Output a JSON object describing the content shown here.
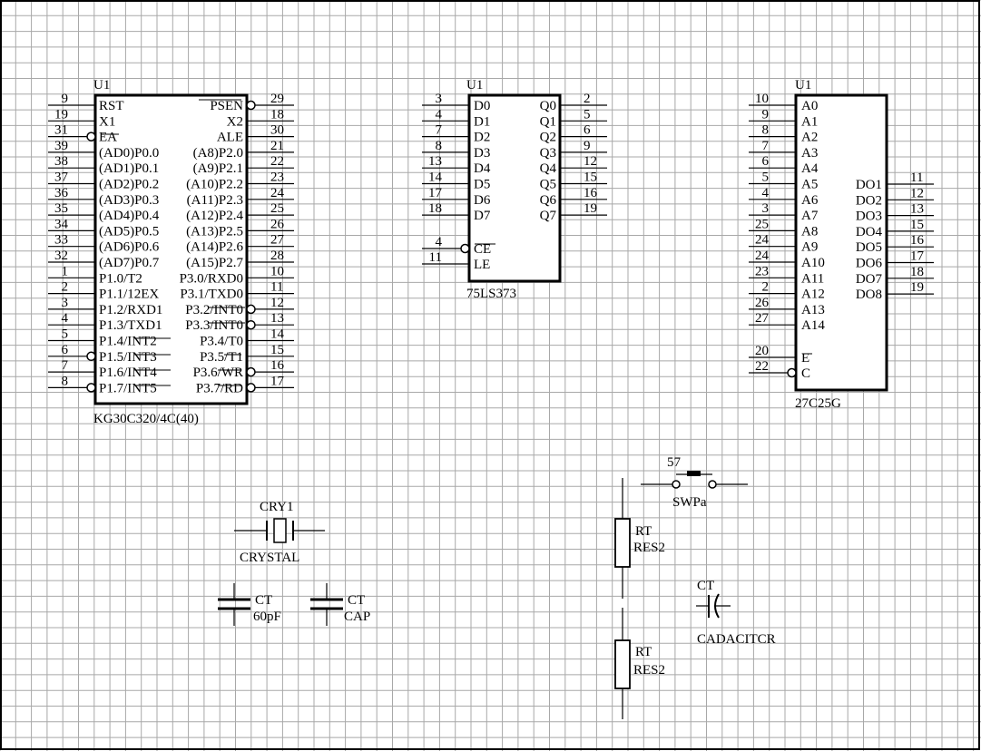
{
  "mcu": {
    "ref": "U1",
    "part": "KG30C320/4C(40)",
    "left_pins": [
      {
        "num": "9",
        "label": "RST",
        "bubble": false
      },
      {
        "num": "19",
        "label": "X1",
        "bubble": false
      },
      {
        "num": "31",
        "label": "EA",
        "bubble": true
      },
      {
        "num": "39",
        "label": "(AD0)P0.0",
        "bubble": false
      },
      {
        "num": "38",
        "label": "(AD1)P0.1",
        "bubble": false
      },
      {
        "num": "37",
        "label": "(AD2)P0.2",
        "bubble": false
      },
      {
        "num": "36",
        "label": "(AD3)P0.3",
        "bubble": false
      },
      {
        "num": "35",
        "label": "(AD4)P0.4",
        "bubble": false
      },
      {
        "num": "34",
        "label": "(AD5)P0.5",
        "bubble": false
      },
      {
        "num": "33",
        "label": "(AD6)P0.6",
        "bubble": false
      },
      {
        "num": "32",
        "label": "(AD7)P0.7",
        "bubble": false
      },
      {
        "num": "1",
        "label": "P1.0/T2",
        "bubble": false
      },
      {
        "num": "2",
        "label": "P1.1/12EX",
        "bubble": false
      },
      {
        "num": "3",
        "label": "P1.2/RXD1",
        "bubble": false
      },
      {
        "num": "4",
        "label": "P1.3/TXD1",
        "bubble": false
      },
      {
        "num": "5",
        "label": "P1.4/INT2",
        "bubble": false
      },
      {
        "num": "6",
        "label": "P1.5/INT3",
        "bubble": true
      },
      {
        "num": "7",
        "label": "P1.6/INT4",
        "bubble": false
      },
      {
        "num": "8",
        "label": "P1.7/INT5",
        "bubble": true
      }
    ],
    "right_pins": [
      {
        "num": "29",
        "label": "PSEN",
        "bubble": true
      },
      {
        "num": "18",
        "label": "X2",
        "bubble": false
      },
      {
        "num": "30",
        "label": "ALE",
        "bubble": false
      },
      {
        "num": "21",
        "label": "(A8)P2.0",
        "bubble": false
      },
      {
        "num": "22",
        "label": "(A9)P2.1",
        "bubble": false
      },
      {
        "num": "23",
        "label": "(A10)P2.2",
        "bubble": false
      },
      {
        "num": "24",
        "label": "(A11)P2.3",
        "bubble": false
      },
      {
        "num": "25",
        "label": "(A12)P2.4",
        "bubble": false
      },
      {
        "num": "26",
        "label": "(A13)P2.5",
        "bubble": false
      },
      {
        "num": "27",
        "label": "(A14)P2.6",
        "bubble": false
      },
      {
        "num": "28",
        "label": "(A15)P2.7",
        "bubble": false
      },
      {
        "num": "10",
        "label": "P3.0/RXD0",
        "bubble": false
      },
      {
        "num": "11",
        "label": "P3.1/TXD0",
        "bubble": false
      },
      {
        "num": "12",
        "label": "P3.2/INT0",
        "bubble": true
      },
      {
        "num": "13",
        "label": "P3.3/INT0",
        "bubble": true
      },
      {
        "num": "14",
        "label": "P3.4/T0",
        "bubble": false
      },
      {
        "num": "15",
        "label": "P3.5/T1",
        "bubble": false
      },
      {
        "num": "16",
        "label": "P3.6/WR",
        "bubble": true
      },
      {
        "num": "17",
        "label": "P3.7/RD",
        "bubble": true
      }
    ]
  },
  "latch": {
    "ref": "U1",
    "part": "75LS373",
    "left_pins": [
      {
        "num": "3",
        "label": "D0",
        "bubble": false
      },
      {
        "num": "4",
        "label": "D1",
        "bubble": false
      },
      {
        "num": "7",
        "label": "D2",
        "bubble": false
      },
      {
        "num": "8",
        "label": "D3",
        "bubble": false
      },
      {
        "num": "13",
        "label": "D4",
        "bubble": false
      },
      {
        "num": "14",
        "label": "D5",
        "bubble": false
      },
      {
        "num": "17",
        "label": "D6",
        "bubble": false
      },
      {
        "num": "18",
        "label": "D7",
        "bubble": false
      },
      {
        "num": "4",
        "label": "CE",
        "bubble": true
      },
      {
        "num": "11",
        "label": "LE",
        "bubble": false
      }
    ],
    "right_pins": [
      {
        "num": "2",
        "label": "Q0"
      },
      {
        "num": "5",
        "label": "Q1"
      },
      {
        "num": "6",
        "label": "Q2"
      },
      {
        "num": "9",
        "label": "Q3"
      },
      {
        "num": "12",
        "label": "Q4"
      },
      {
        "num": "15",
        "label": "Q5"
      },
      {
        "num": "16",
        "label": "Q6"
      },
      {
        "num": "19",
        "label": "Q7"
      }
    ]
  },
  "eprom": {
    "ref": "U1",
    "part": "27C25G",
    "left_pins": [
      {
        "num": "10",
        "label": "A0",
        "bubble": false
      },
      {
        "num": "9",
        "label": "A1",
        "bubble": false
      },
      {
        "num": "8",
        "label": "A2",
        "bubble": false
      },
      {
        "num": "7",
        "label": "A3",
        "bubble": false
      },
      {
        "num": "6",
        "label": "A4",
        "bubble": false
      },
      {
        "num": "5",
        "label": "A5",
        "bubble": false
      },
      {
        "num": "4",
        "label": "A6",
        "bubble": false
      },
      {
        "num": "3",
        "label": "A7",
        "bubble": false
      },
      {
        "num": "25",
        "label": "A8",
        "bubble": false
      },
      {
        "num": "24",
        "label": "A9",
        "bubble": false
      },
      {
        "num": "24",
        "label": "A10",
        "bubble": false
      },
      {
        "num": "23",
        "label": "A11",
        "bubble": false
      },
      {
        "num": "2",
        "label": "A12",
        "bubble": false
      },
      {
        "num": "26",
        "label": "A13",
        "bubble": false
      },
      {
        "num": "27",
        "label": "A14",
        "bubble": false
      },
      {
        "num": "20",
        "label": "E",
        "bubble": false
      },
      {
        "num": "22",
        "label": "C",
        "bubble": true
      }
    ],
    "right_pins": [
      {
        "num": "11",
        "label": "DO1"
      },
      {
        "num": "12",
        "label": "DO2"
      },
      {
        "num": "13",
        "label": "DO3"
      },
      {
        "num": "15",
        "label": "DO4"
      },
      {
        "num": "16",
        "label": "DO5"
      },
      {
        "num": "17",
        "label": "DO6"
      },
      {
        "num": "18",
        "label": "DO7"
      },
      {
        "num": "19",
        "label": "DO8"
      }
    ]
  },
  "crystal": {
    "ref": "CRY1",
    "value": "CRYSTAL"
  },
  "cap1": {
    "ref": "CT",
    "value": "60pF"
  },
  "cap2": {
    "ref": "CT",
    "value": "CAP"
  },
  "switch": {
    "ref": "57",
    "value": "SWPa"
  },
  "res1": {
    "ref": "RT",
    "value": "RES2"
  },
  "res2": {
    "ref": "RT",
    "value": "RES2"
  },
  "cap3": {
    "ref": "CT",
    "value": "CADACITCR"
  },
  "colors": {
    "grid": "#a8a8a8",
    "ink": "#000000",
    "paper": "#ffffff"
  }
}
